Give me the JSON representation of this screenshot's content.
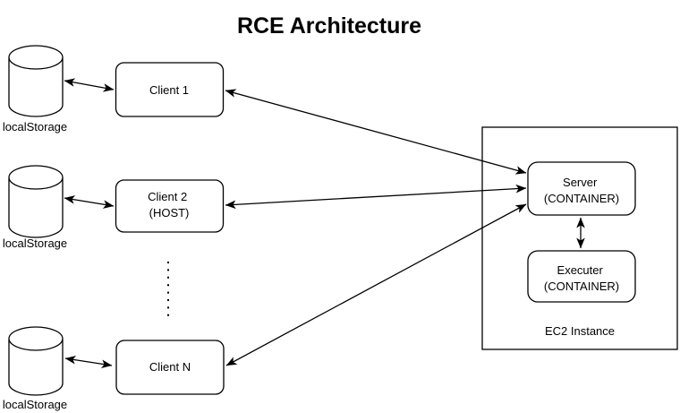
{
  "title": "RCE Architecture",
  "storages": [
    {
      "label": "localStorage"
    },
    {
      "label": "localStorage"
    },
    {
      "label": "localStorage"
    }
  ],
  "clients": {
    "client1": {
      "label": "Client 1"
    },
    "client2": {
      "line1": "Client 2",
      "line2": "(HOST)"
    },
    "clientN": {
      "label": "Client N"
    }
  },
  "ec2": {
    "label": "EC2 Instance",
    "server": {
      "line1": "Server",
      "line2": "(CONTAINER)"
    },
    "executer": {
      "line1": "Executer",
      "line2": "(CONTAINER)"
    }
  },
  "colors": {
    "stroke": "#000000",
    "background": "#ffffff"
  }
}
